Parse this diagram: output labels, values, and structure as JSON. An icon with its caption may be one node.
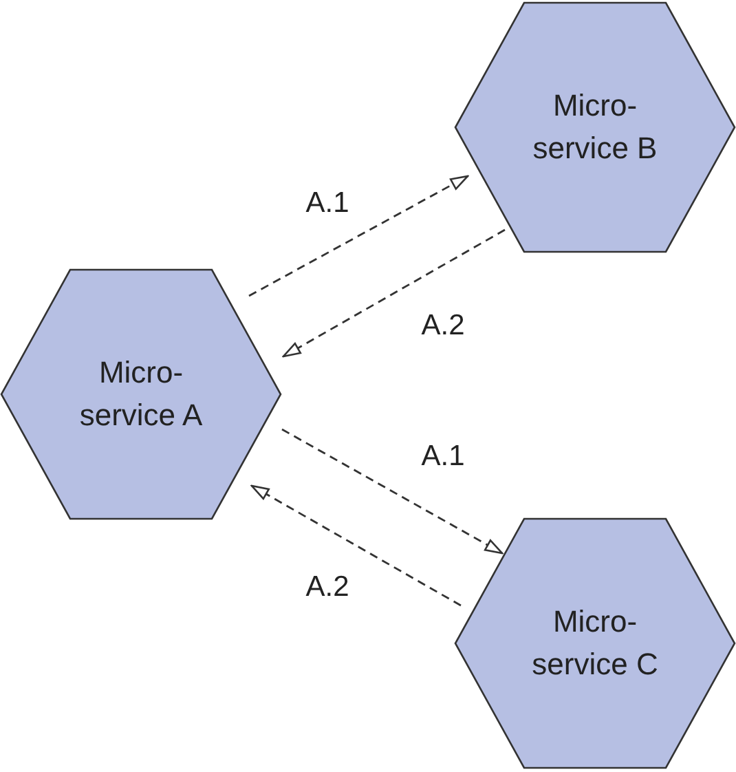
{
  "diagram": {
    "nodes": [
      {
        "text": [
          "Micro- service A"
        ]
      },
      {
        "text": [
          "Micro- service B"
        ]
      },
      {
        "text": [
          "Micro- service C"
        ]
      }
    ],
    "edges": [
      {
        "from": 0,
        "to": 1,
        "arrow": "to",
        "label": "A.1",
        "style": "dashed"
      },
      {
        "from": 1,
        "to": 0,
        "arrow": "to",
        "label": "A.2",
        "style": "dashed"
      },
      {
        "from": 0,
        "to": 2,
        "arrow": "to",
        "label": "A.1",
        "style": "dashed"
      },
      {
        "from": 2,
        "to": 0,
        "arrow": "to",
        "label": "A.2",
        "style": "dashed"
      }
    ]
  }
}
